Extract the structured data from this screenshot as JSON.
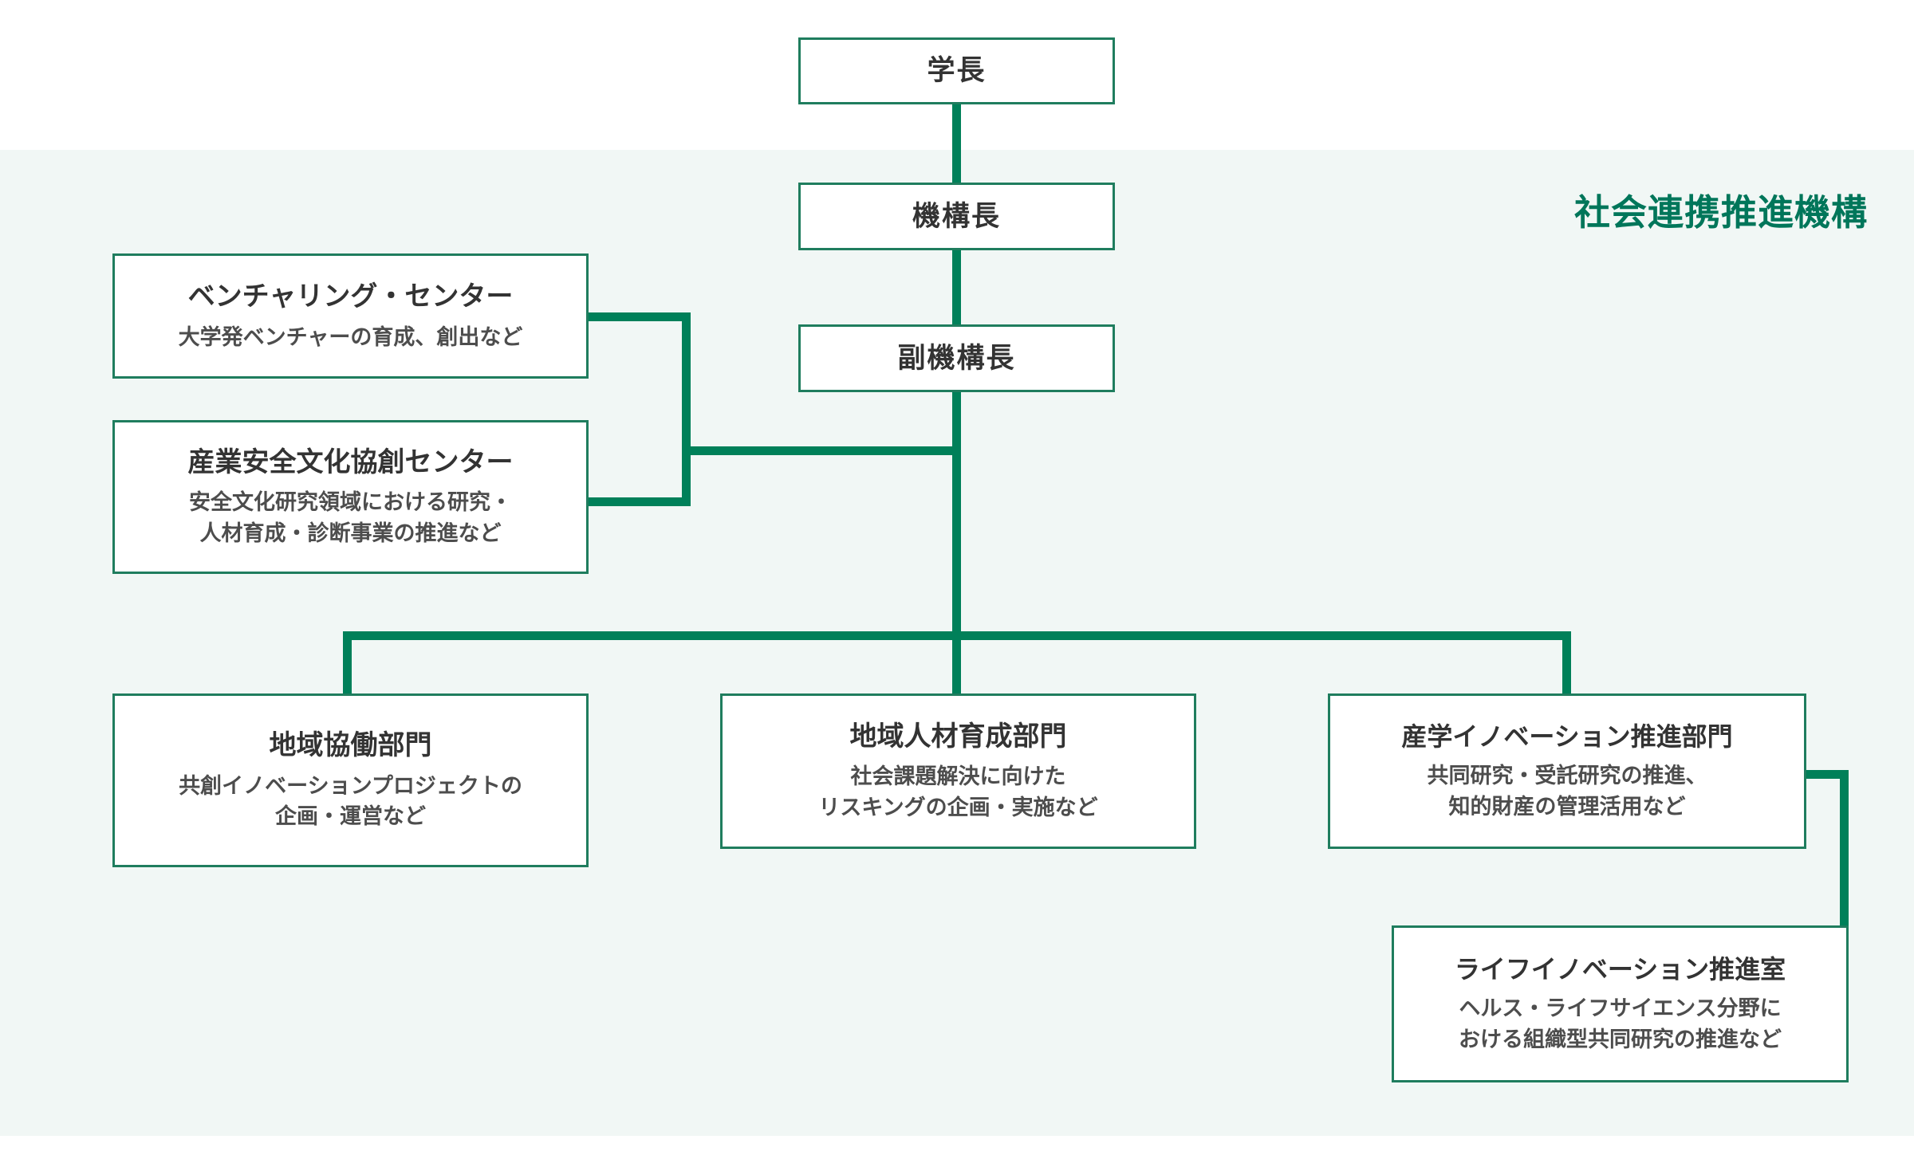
{
  "chart_data": {
    "type": "diagram",
    "title": "社会連携推進機構",
    "diagram_kind": "organization-chart",
    "accent_color": "#008059",
    "border_color": "#1f7d5e",
    "band_color": "#f1f7f5",
    "title_color": "#00765a",
    "nodes": [
      {
        "id": "president",
        "title": "学長",
        "desc": "",
        "level": 0
      },
      {
        "id": "director",
        "title": "機構長",
        "desc": "",
        "level": 1
      },
      {
        "id": "vice-director",
        "title": "副機構長",
        "desc": "",
        "level": 2
      },
      {
        "id": "venturing-center",
        "title": "ベンチャリング・センター",
        "desc": "大学発ベンチャーの育成、創出など",
        "level": 3
      },
      {
        "id": "industrial-safety-center",
        "title": "産業安全文化協創センター",
        "desc": "安全文化研究領域における研究・\n人材育成・診断事業の推進など",
        "level": 3
      },
      {
        "id": "regional-collaboration",
        "title": "地域協働部門",
        "desc": "共創イノベーションプロジェクトの\n企画・運営など",
        "level": 4
      },
      {
        "id": "regional-hr-development",
        "title": "地域人材育成部門",
        "desc": "社会課題解決に向けた\nリスキングの企画・実施など",
        "level": 4
      },
      {
        "id": "industry-academia-innovation",
        "title": "産学イノベーション推進部門",
        "desc": "共同研究・受託研究の推進、\n知的財産の管理活用など",
        "level": 4
      },
      {
        "id": "life-innovation-office",
        "title": "ライフイノベーション推進室",
        "desc": "ヘルス・ライフサイエンス分野に\nおける組織型共同研究の推進など",
        "level": 5
      }
    ],
    "edges": [
      {
        "from": "president",
        "to": "director"
      },
      {
        "from": "director",
        "to": "vice-director"
      },
      {
        "from": "venturing-center",
        "to": "vice-director"
      },
      {
        "from": "industrial-safety-center",
        "to": "vice-director"
      },
      {
        "from": "vice-director",
        "to": "regional-collaboration"
      },
      {
        "from": "vice-director",
        "to": "regional-hr-development"
      },
      {
        "from": "vice-director",
        "to": "industry-academia-innovation"
      },
      {
        "from": "industry-academia-innovation",
        "to": "life-innovation-office"
      }
    ]
  },
  "heading": {
    "organization_name": "社会連携推進機構"
  },
  "boxes": {
    "president": {
      "title": "学長"
    },
    "director": {
      "title": "機構長"
    },
    "vice_director": {
      "title": "副機構長"
    },
    "venturing_center": {
      "title": "ベンチャリング・センター",
      "desc": "大学発ベンチャーの育成、創出など"
    },
    "industrial_safety_center": {
      "title": "産業安全文化協創センター",
      "desc": "安全文化研究領域における研究・\n人材育成・診断事業の推進など"
    },
    "regional_collaboration": {
      "title": "地域協働部門",
      "desc": "共創イノベーションプロジェクトの\n企画・運営など"
    },
    "regional_hr_development": {
      "title": "地域人材育成部門",
      "desc": "社会課題解決に向けた\nリスキングの企画・実施など"
    },
    "industry_academia_innovation": {
      "title": "産学イノベーション推進部門",
      "desc": "共同研究・受託研究の推進、\n知的財産の管理活用など"
    },
    "life_innovation_office": {
      "title": "ライフイノベーション推進室",
      "desc": "ヘルス・ライフサイエンス分野に\nおける組織型共同研究の推進など"
    }
  }
}
